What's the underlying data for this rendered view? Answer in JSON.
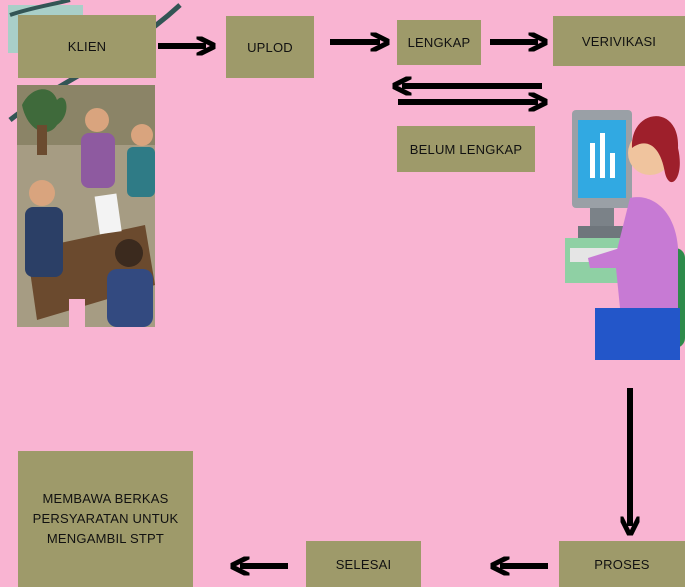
{
  "boxes": {
    "klien": "KLIEN",
    "uplod": "UPLOD",
    "lengkap": "LENGKAP",
    "verivikasi": "VERIVIKASI",
    "belum_lengkap": "BELUM LENGKAP",
    "proses": "PROSES",
    "selesai": "SELESAI",
    "membawa_line1": "MEMBAWA BERKAS",
    "membawa_line2": "PERSYARATAN UNTUK",
    "membawa_line3": "MENGAMBIL STPT"
  },
  "colors": {
    "background": "#f9b4d2",
    "box_fill": "#9e9a6a",
    "arrow": "#000000"
  },
  "icons": [
    "meeting-clipart",
    "computer-user-clipart"
  ]
}
